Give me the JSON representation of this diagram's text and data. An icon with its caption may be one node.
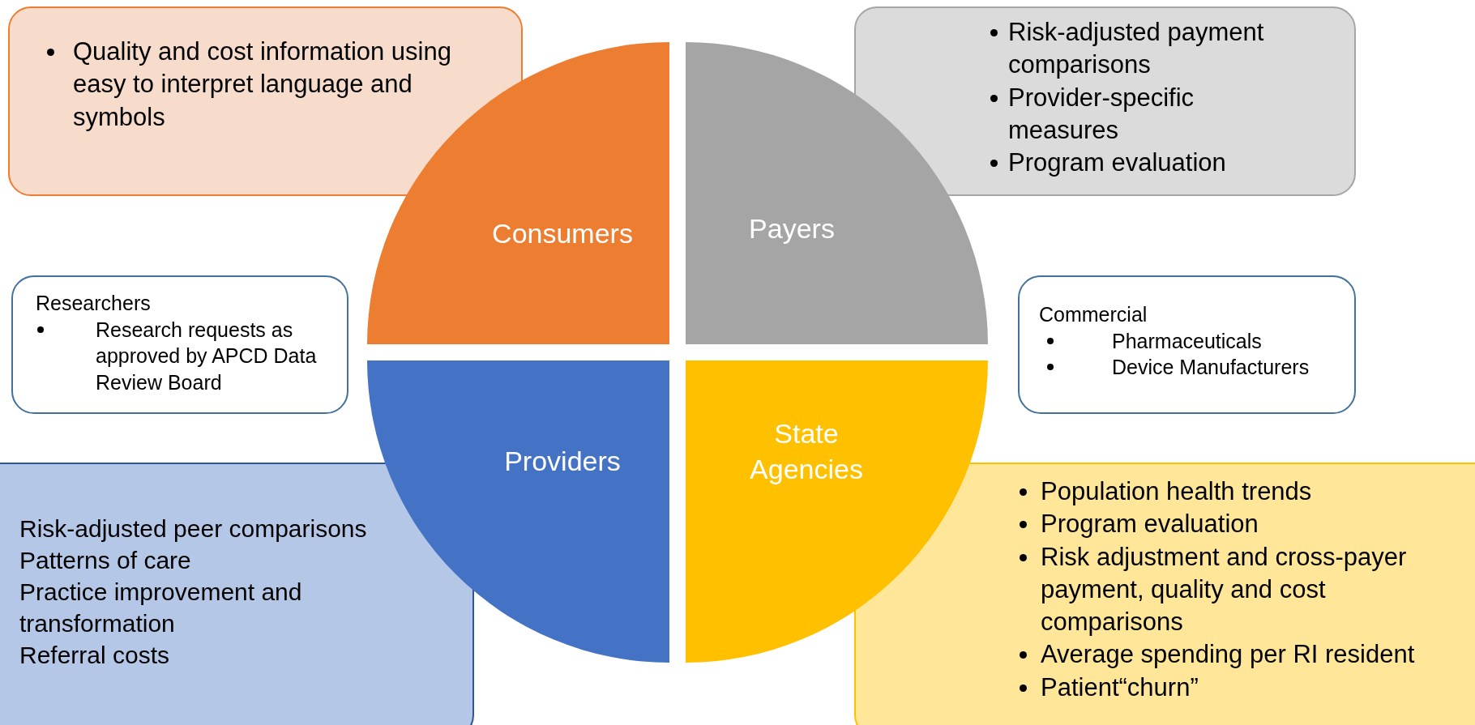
{
  "diagram": {
    "nodes": [
      {
        "text": [
          "Quality and cost information using easy to interpret language and symbols"
        ]
      },
      {
        "text": [
          "Risk-adjusted payment comparisons",
          "Provider-specific measures",
          "Program evaluation"
        ]
      },
      {
        "text": [
          "Consumers"
        ]
      },
      {
        "text": [
          "Payers"
        ]
      },
      {
        "text": [
          "Researchers",
          "Research requests as approved by APCD Data Review Board"
        ]
      },
      {
        "text": [
          "Commercial",
          "Pharmaceuticals",
          "Device Manufacturers"
        ]
      },
      {
        "text": [
          "Providers"
        ]
      },
      {
        "text": [
          "State Agencies"
        ]
      },
      {
        "text": [
          "Risk-adjusted peer comparisons",
          "Patterns of care",
          "Practice improvement and transformation",
          "Referral costs"
        ]
      },
      {
        "text": [
          "Population health trends",
          "Program evaluation",
          "Risk adjustment and cross-payer payment, quality and cost comparisons",
          "Average spending per RI resident",
          "Patient“churn”"
        ]
      }
    ]
  }
}
